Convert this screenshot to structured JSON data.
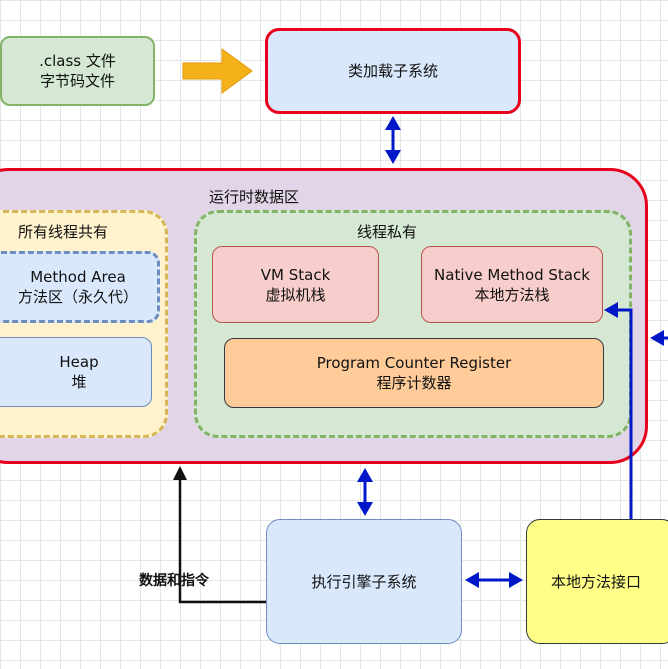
{
  "class_file": {
    "line1": ".class 文件",
    "line2": "字节码文件"
  },
  "class_loader": {
    "label": "类加载子系统"
  },
  "runtime_area": {
    "label": "运行时数据区"
  },
  "shared": {
    "label": "所有线程共有"
  },
  "method_area": {
    "line1": "Method Area",
    "line2": "方法区（永久代）"
  },
  "heap": {
    "line1": "Heap",
    "line2": "堆"
  },
  "private": {
    "label": "线程私有"
  },
  "vm_stack": {
    "line1": "VM Stack",
    "line2": "虚拟机栈"
  },
  "native_stack": {
    "line1": "Native Method Stack",
    "line2": "本地方法栈"
  },
  "pc_register": {
    "line1": "Program Counter Register",
    "line2": "程序计数器"
  },
  "exec_engine": {
    "label": "执行引擎子系统"
  },
  "native_interface": {
    "label": "本地方法接口"
  },
  "data_flow": {
    "label": "数据和指令"
  },
  "colors": {
    "red_border": "#e8001c",
    "green_fill": "#d5e8d4",
    "green_border": "#82b366",
    "blue_fill": "#dae8fc",
    "blue_border": "#6c8ebf",
    "purple_fill": "#e1d5e7",
    "yellow_fill": "#fff2cc",
    "yellow_border": "#d6b656",
    "pink_fill": "#f8cecc",
    "pink_border": "#b85450",
    "orange_fill": "#ffcc99",
    "orange_border": "#36393d",
    "arrow_blue": "#0018c8",
    "arrow_orange": "#f5b11a",
    "native_yellow": "#ffff88"
  }
}
